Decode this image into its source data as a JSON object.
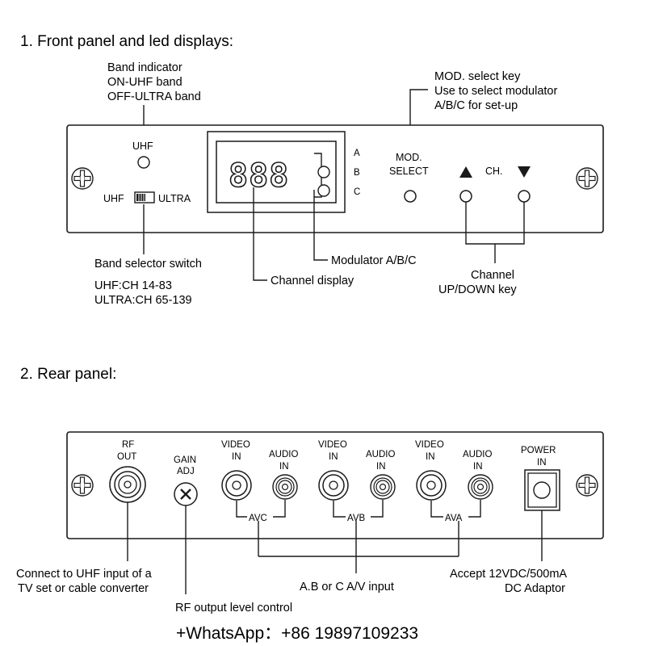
{
  "front": {
    "heading": "1. Front panel and led displays:",
    "band_indicator": [
      "Band indicator",
      "ON-UHF band",
      "OFF-ULTRA band"
    ],
    "uhf_led_label": "UHF",
    "switch_uhf": "UHF",
    "switch_ultra": "ULTRA",
    "display_digits": "888",
    "abc": [
      "A",
      "B",
      "C"
    ],
    "mod_key": [
      "MOD. select key",
      "Use to select modulator",
      "A/B/C for set-up"
    ],
    "mod_button": [
      "MOD.",
      "SELECT"
    ],
    "ch_label": "CH.",
    "band_switch": [
      "Band selector switch",
      "UHF:CH 14-83",
      "ULTRA:CH 65-139"
    ],
    "modulator_label": "Modulator A/B/C",
    "channel_display_label": "Channel display",
    "channel_key": [
      "Channel",
      "UP/DOWN key"
    ]
  },
  "rear": {
    "heading": "2. Rear panel:",
    "rf_out": [
      "RF",
      "OUT"
    ],
    "gain_adj": [
      "GAIN",
      "ADJ"
    ],
    "video_in": [
      "VIDEO",
      "IN"
    ],
    "audio_in": [
      "AUDIO",
      "IN"
    ],
    "power_in": [
      "POWER",
      "IN"
    ],
    "group_labels": [
      "AVC",
      "AVB",
      "AVA"
    ],
    "rf_note": [
      "Connect to UHF input of a",
      "TV set or cable converter"
    ],
    "gain_note": "RF output level control",
    "av_note": "A.B or C A/V input",
    "power_note": [
      "Accept 12VDC/500mA",
      "DC Adaptor"
    ]
  },
  "footer": {
    "whatsapp": "+WhatsApp：+86 19897109233"
  }
}
